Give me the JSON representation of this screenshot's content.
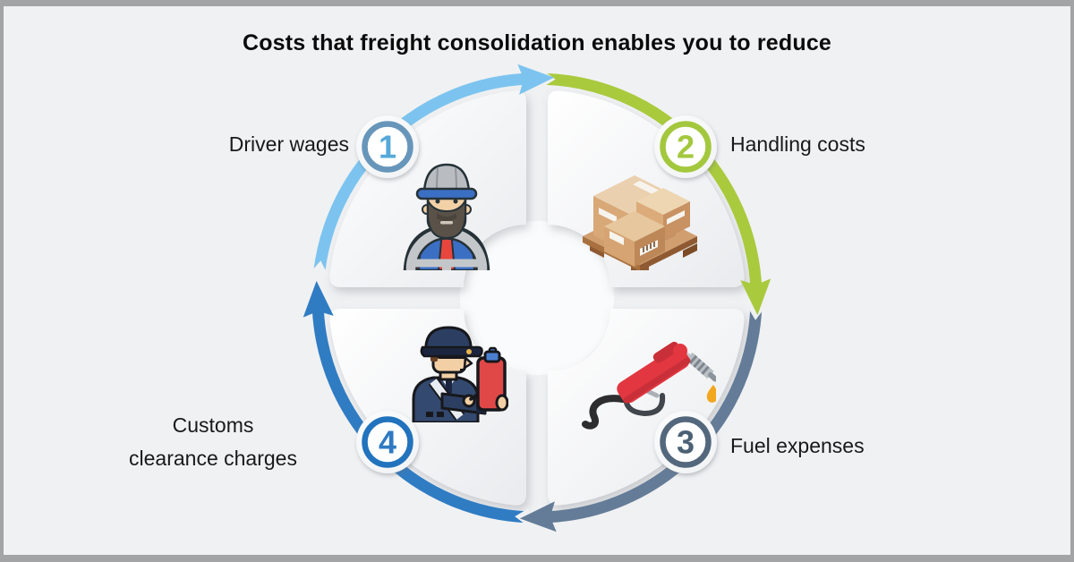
{
  "title": "Costs that freight consolidation enables you to reduce",
  "steps": [
    {
      "number": "1",
      "label": "Driver wages",
      "label_lines": [
        "Driver wages",
        ""
      ],
      "icon": "truck-driver-icon",
      "arc_color": "#7cc4ef",
      "ring_color": "#6796ba",
      "number_color": "#55a8da"
    },
    {
      "number": "2",
      "label": "Handling costs",
      "label_lines": [
        "Handling costs",
        ""
      ],
      "icon": "boxes-on-pallet-icon",
      "arc_color": "#a9ca3d",
      "ring_color": "#a3c83e",
      "number_color": "#a3c83e"
    },
    {
      "number": "3",
      "label": "Fuel expenses",
      "label_lines": [
        "Fuel expenses",
        ""
      ],
      "icon": "fuel-nozzle-icon",
      "arc_color": "#647c97",
      "ring_color": "#54687d",
      "number_color": "#4d6175"
    },
    {
      "number": "4",
      "label": "Customs clearance charges",
      "label_lines": [
        "Customs",
        "clearance charges"
      ],
      "icon": "customs-officer-icon",
      "arc_color": "#2f7cc3",
      "ring_color": "#2273bd",
      "number_color": "#2e79c2"
    }
  ],
  "colors": {
    "background": "#f0f1f3",
    "frame_border": "#a3a4a6",
    "title_text": "#0b0b0b",
    "label_text": "#191919",
    "petal_light": "#ffffff",
    "petal_dark": "#e9ebee"
  }
}
